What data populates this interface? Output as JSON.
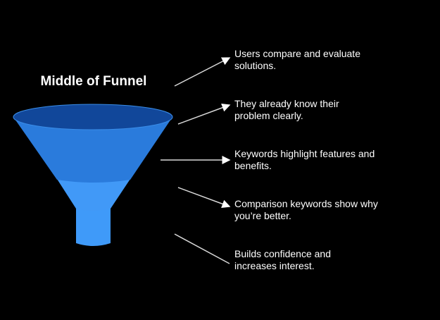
{
  "title": "Middle of Funnel",
  "points": [
    {
      "text": "Users compare and evaluate solutions."
    },
    {
      "text": "They already know their problem clearly."
    },
    {
      "text": "Keywords highlight features and benefits."
    },
    {
      "text": "Comparison keywords show why you’re better."
    },
    {
      "text": "Builds confidence and increases interest."
    }
  ],
  "colors": {
    "rim": "#11479a",
    "upper": "#2a7bdc",
    "lower": "#4199f7",
    "spout": "#3f9af9"
  }
}
